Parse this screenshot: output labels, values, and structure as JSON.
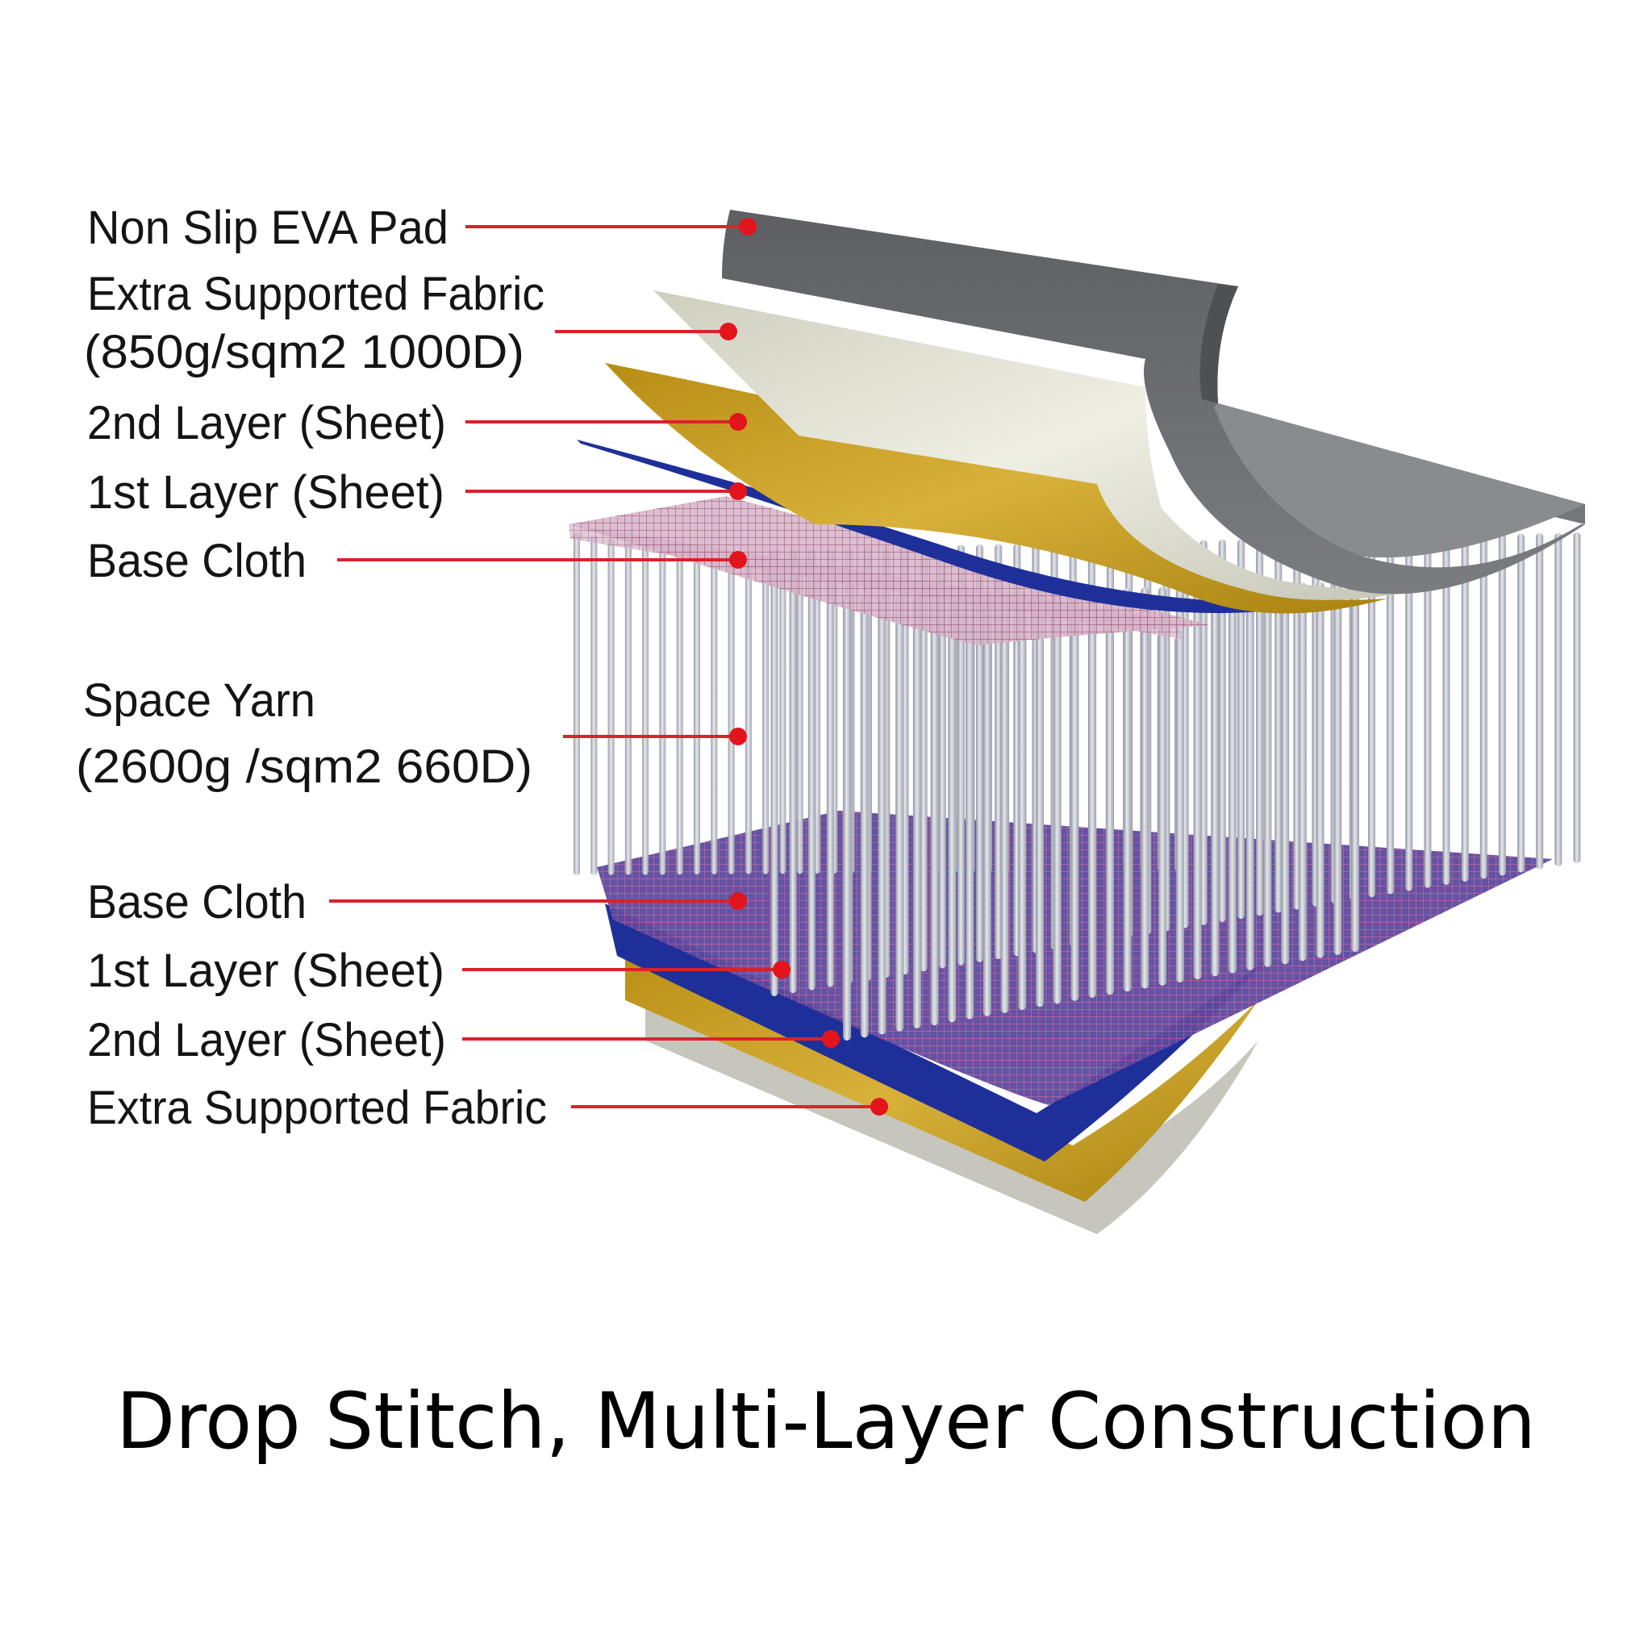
{
  "labels": {
    "top": {
      "eva_pad": "Non Slip EVA Pad",
      "fabric_line1": "Extra Supported Fabric",
      "fabric_line2": "(850g/sqm2 1000D)",
      "layer2": "2nd Layer (Sheet)",
      "layer1": "1st  Layer (Sheet)",
      "base_cloth": "Base Cloth"
    },
    "middle": {
      "space_yarn_line1": "Space Yarn",
      "space_yarn_line2": "(2600g /sqm2 660D)"
    },
    "bottom": {
      "base_cloth": "Base Cloth",
      "layer1": "1st  Layer (Sheet)",
      "layer2": "2nd Layer (Sheet)",
      "fabric": "Extra Supported Fabric"
    }
  },
  "caption": "Drop Stitch, Multi-Layer Construction",
  "colors": {
    "eva_pad": "#6e6f73",
    "fabric": "#dcdccd",
    "layer2_sheet": "#c9a22a",
    "layer1_sheet": "#1f2f9a",
    "base_cloth": "#b98aa6",
    "space_yarn": "#b9bcc6",
    "leader": "#d8232a"
  }
}
